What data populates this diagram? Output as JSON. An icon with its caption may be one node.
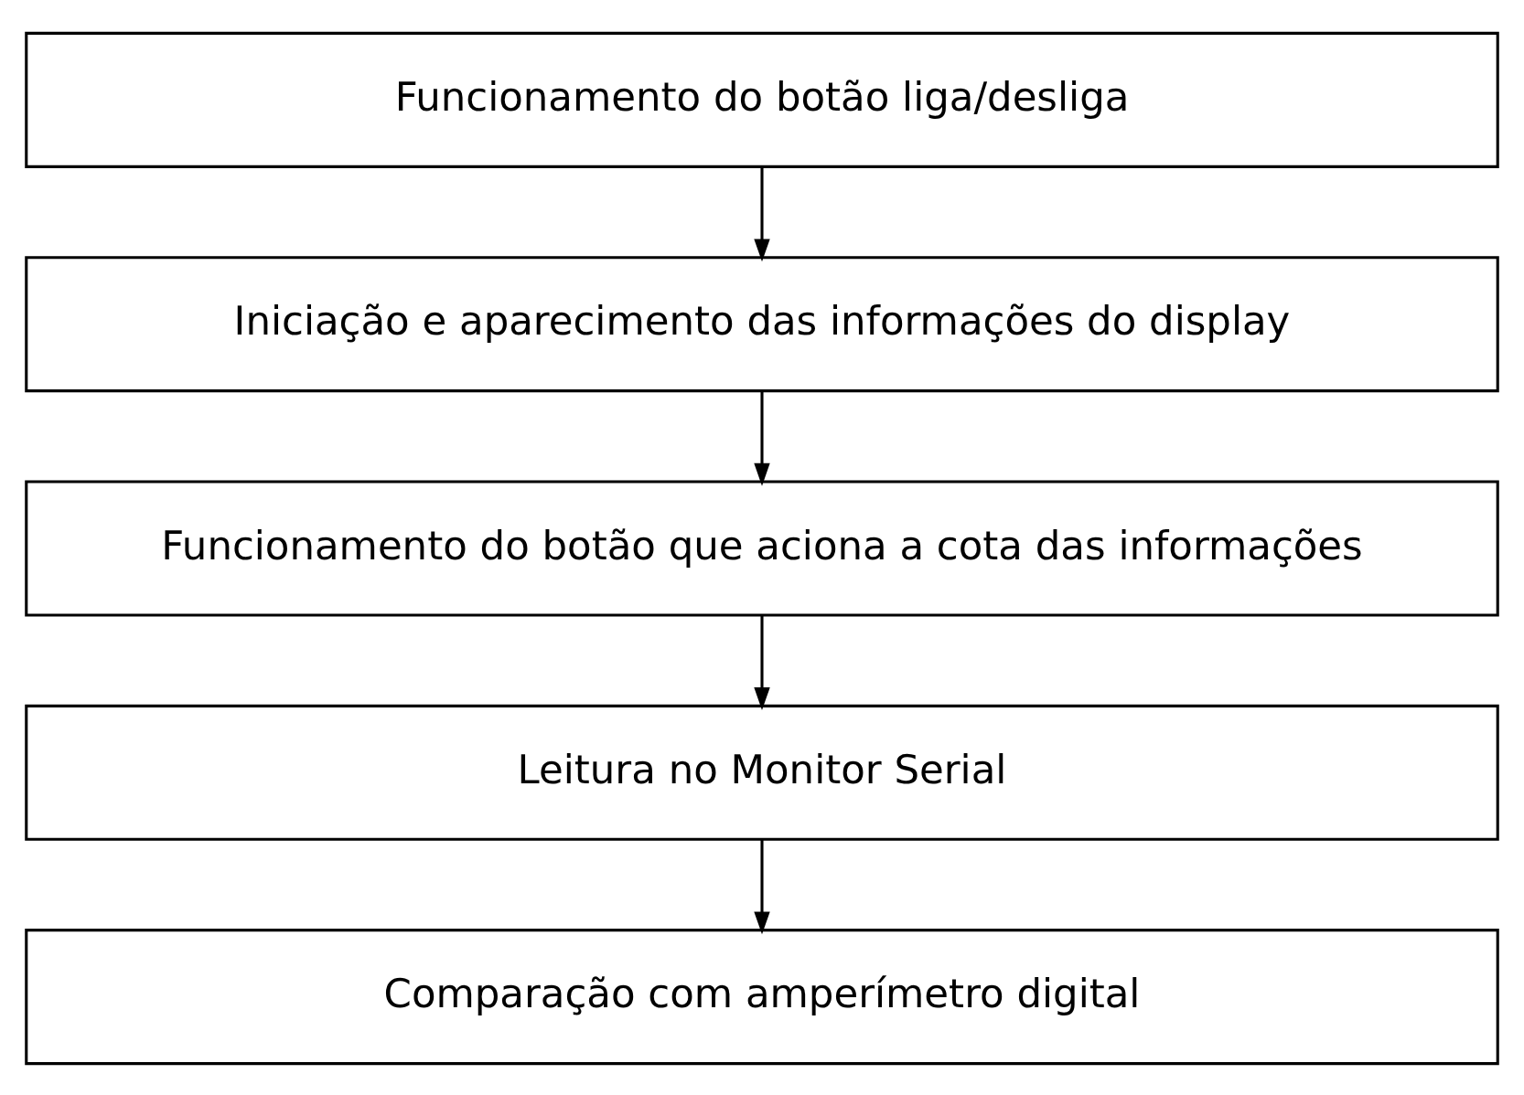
{
  "diagram": {
    "nodes": [
      {
        "text": [
          "Funcionamento do botão liga/desliga"
        ]
      },
      {
        "text": [
          "Iniciação e aparecimento das informações do display"
        ]
      },
      {
        "text": [
          "Funcionamento do botão que aciona a cota das informações"
        ]
      },
      {
        "text": [
          "Leitura no Monitor Serial"
        ]
      },
      {
        "text": [
          "Comparação com amperímetro digital"
        ]
      }
    ],
    "edges": [
      {
        "from": 0,
        "to": 1,
        "arrow": "to"
      },
      {
        "from": 1,
        "to": 2,
        "arrow": "to"
      },
      {
        "from": 2,
        "to": 3,
        "arrow": "to"
      },
      {
        "from": 3,
        "to": 4,
        "arrow": "to"
      }
    ]
  }
}
